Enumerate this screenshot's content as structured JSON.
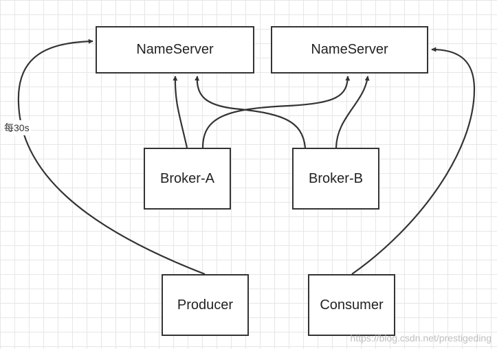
{
  "nodes": {
    "nameserver_1": "NameServer",
    "nameserver_2": "NameServer",
    "broker_a": "Broker-A",
    "broker_b": "Broker-B",
    "producer": "Producer",
    "consumer": "Consumer"
  },
  "edge_labels": {
    "producer_heartbeat": "每30s"
  },
  "watermark": "https://blog.csdn.net/prestigeding",
  "colors": {
    "stroke": "#333333",
    "grid": "#e6e6e6",
    "background": "#ffffff"
  }
}
